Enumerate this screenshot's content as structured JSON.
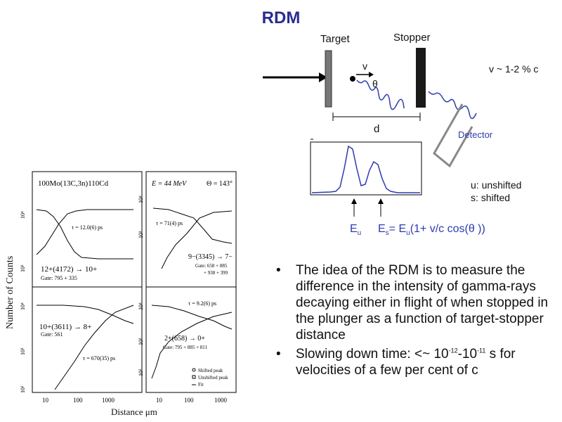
{
  "slide_title": "RDM",
  "schematic": {
    "target_label": "Target",
    "stopper_label": "Stopper",
    "velocity_symbol": "v",
    "angle_symbol": "θ",
    "distance_label": "d",
    "velocity_note": "v ~ 1-2 % c",
    "detector_label": "Detector",
    "legend_unshifted": "u: unshifted",
    "legend_shifted": "s: shifted",
    "eu_label": "E",
    "eu_sub": "u",
    "es_label": "E",
    "es_sub": "s",
    "es_eq": "= E",
    "es_eq_sub": "u",
    "es_formula_rest": "(1+ v/c cos(θ ))",
    "line_color": "#2e3bb0"
  },
  "figure": {
    "ylabel": "Number of Counts",
    "xlabel": "Distance μm",
    "x_ticks": [
      "10",
      "100",
      "1000"
    ],
    "panels": [
      {
        "header": "100Mo(13C,3n)110Cd",
        "tau": "τ = 12.0(6) ps",
        "transition": "12+(4172) → 10+",
        "gate": "Gate: 795 + 335",
        "y_ticks": [
          "10⁴",
          "10³"
        ]
      },
      {
        "header_left": "E = 44 MeV",
        "header_right": "Θ = 143°",
        "tau": "τ = 71(4) ps",
        "transition": "9−(3345) → 7−",
        "gate": "Gate: 658 + 885",
        "gate2": "+ 938 + 399",
        "y_ticks": [
          "10⁴",
          "10³"
        ]
      },
      {
        "transition": "10+(3611) → 8+",
        "gate": "Gate: 561",
        "tau": "τ = 670(35) ps",
        "y_ticks": [
          "10⁴",
          "10³",
          "10²"
        ]
      },
      {
        "tau": "τ = 9.2(6) ps",
        "transition": "2+(658) → 0+",
        "gate": "Gate: 795 + 885 + 811",
        "legend": [
          "Shifted peak",
          "Unshifted peak",
          "Fit"
        ],
        "y_ticks": [
          "10⁴",
          "10³",
          "10²"
        ]
      }
    ]
  },
  "bullets": {
    "b1": "The idea of the RDM is to measure the difference in the intensity of gamma-rays decaying either in flight of when stopped in the plunger as a function of target-stopper distance",
    "b2_pre": "Slowing down time: <~ 10",
    "b2_exp1": "-12",
    "b2_mid": "-10",
    "b2_exp2": "-11",
    "b2_post": " s for velocities of a few per cent of c"
  }
}
